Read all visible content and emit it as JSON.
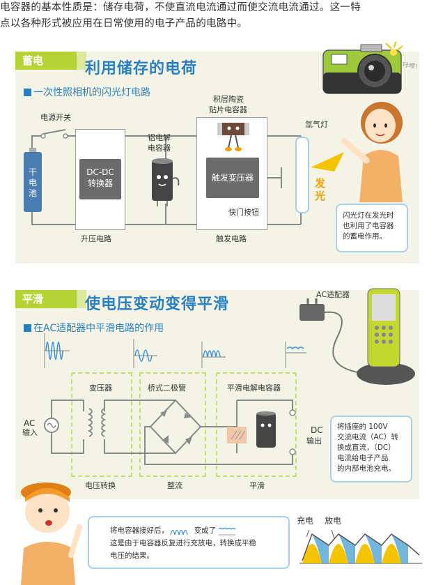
{
  "intro": {
    "line1": "电容器的基本性质是：储存电荷，不使直流电流通过而使交流电流通过。这一特",
    "line2": "点以各种形式被应用在日常使用的电子产品的电路中。"
  },
  "section1": {
    "tag": "蓄电",
    "title": "利用储存的电荷",
    "subtitle": "一次性照相机的闪光灯电路",
    "camera_sfx": "咔嚓!",
    "labels": {
      "power_switch": "电源开关",
      "battery": "干电池",
      "dcdc": "DC-DC",
      "converter": "转换器",
      "alu_cap_1": "铝电解",
      "alu_cap_2": "电容器",
      "mlcc_1": "积层陶瓷",
      "mlcc_2": "贴片电容器",
      "trigger_transformer": "触发变压器",
      "shutter_button": "快门按钮",
      "xenon_lamp": "氙气灯",
      "flash": "发光",
      "boost_circuit": "升压电路",
      "trigger_circuit": "触发电路"
    },
    "bubble": {
      "line1": "闪光灯在发光时",
      "line2": "也利用了电容器",
      "line3": "的蓄电作用。"
    }
  },
  "section2": {
    "tag": "平滑",
    "title": "使电压变动变得平滑",
    "subtitle": "在AC适配器中平滑电路的作用",
    "labels": {
      "ac_adapter": "AC适配器",
      "transformer": "变压器",
      "bridge": "桥式二极管",
      "smoothing_cap": "平滑电解电容器",
      "ac_in_1": "AC",
      "ac_in_2": "输入",
      "dc_out_1": "DC",
      "dc_out_2": "输出",
      "voltage_conv": "电压转换",
      "rectify": "整流",
      "smooth": "平滑"
    },
    "bubble": {
      "line1": "将插座的 100V",
      "line2": "交流电流（AC）转",
      "line3": "换成直流，（DC）",
      "line4": "电流给电子产品",
      "line5": "的内部电池充电。"
    },
    "bottom_bubble": {
      "a": "将电容器接好后，",
      "b": "变成了",
      "c": "这是由于电容器反复进行充放电，转换成平稳",
      "d": "电压的结果。"
    },
    "charge_chart": {
      "charge": "充电",
      "discharge": "放电"
    }
  },
  "colors": {
    "green": "#b5d334",
    "blue": "#2a7fc0",
    "panel": "#f3f4e6",
    "orange": "#f0a000"
  }
}
